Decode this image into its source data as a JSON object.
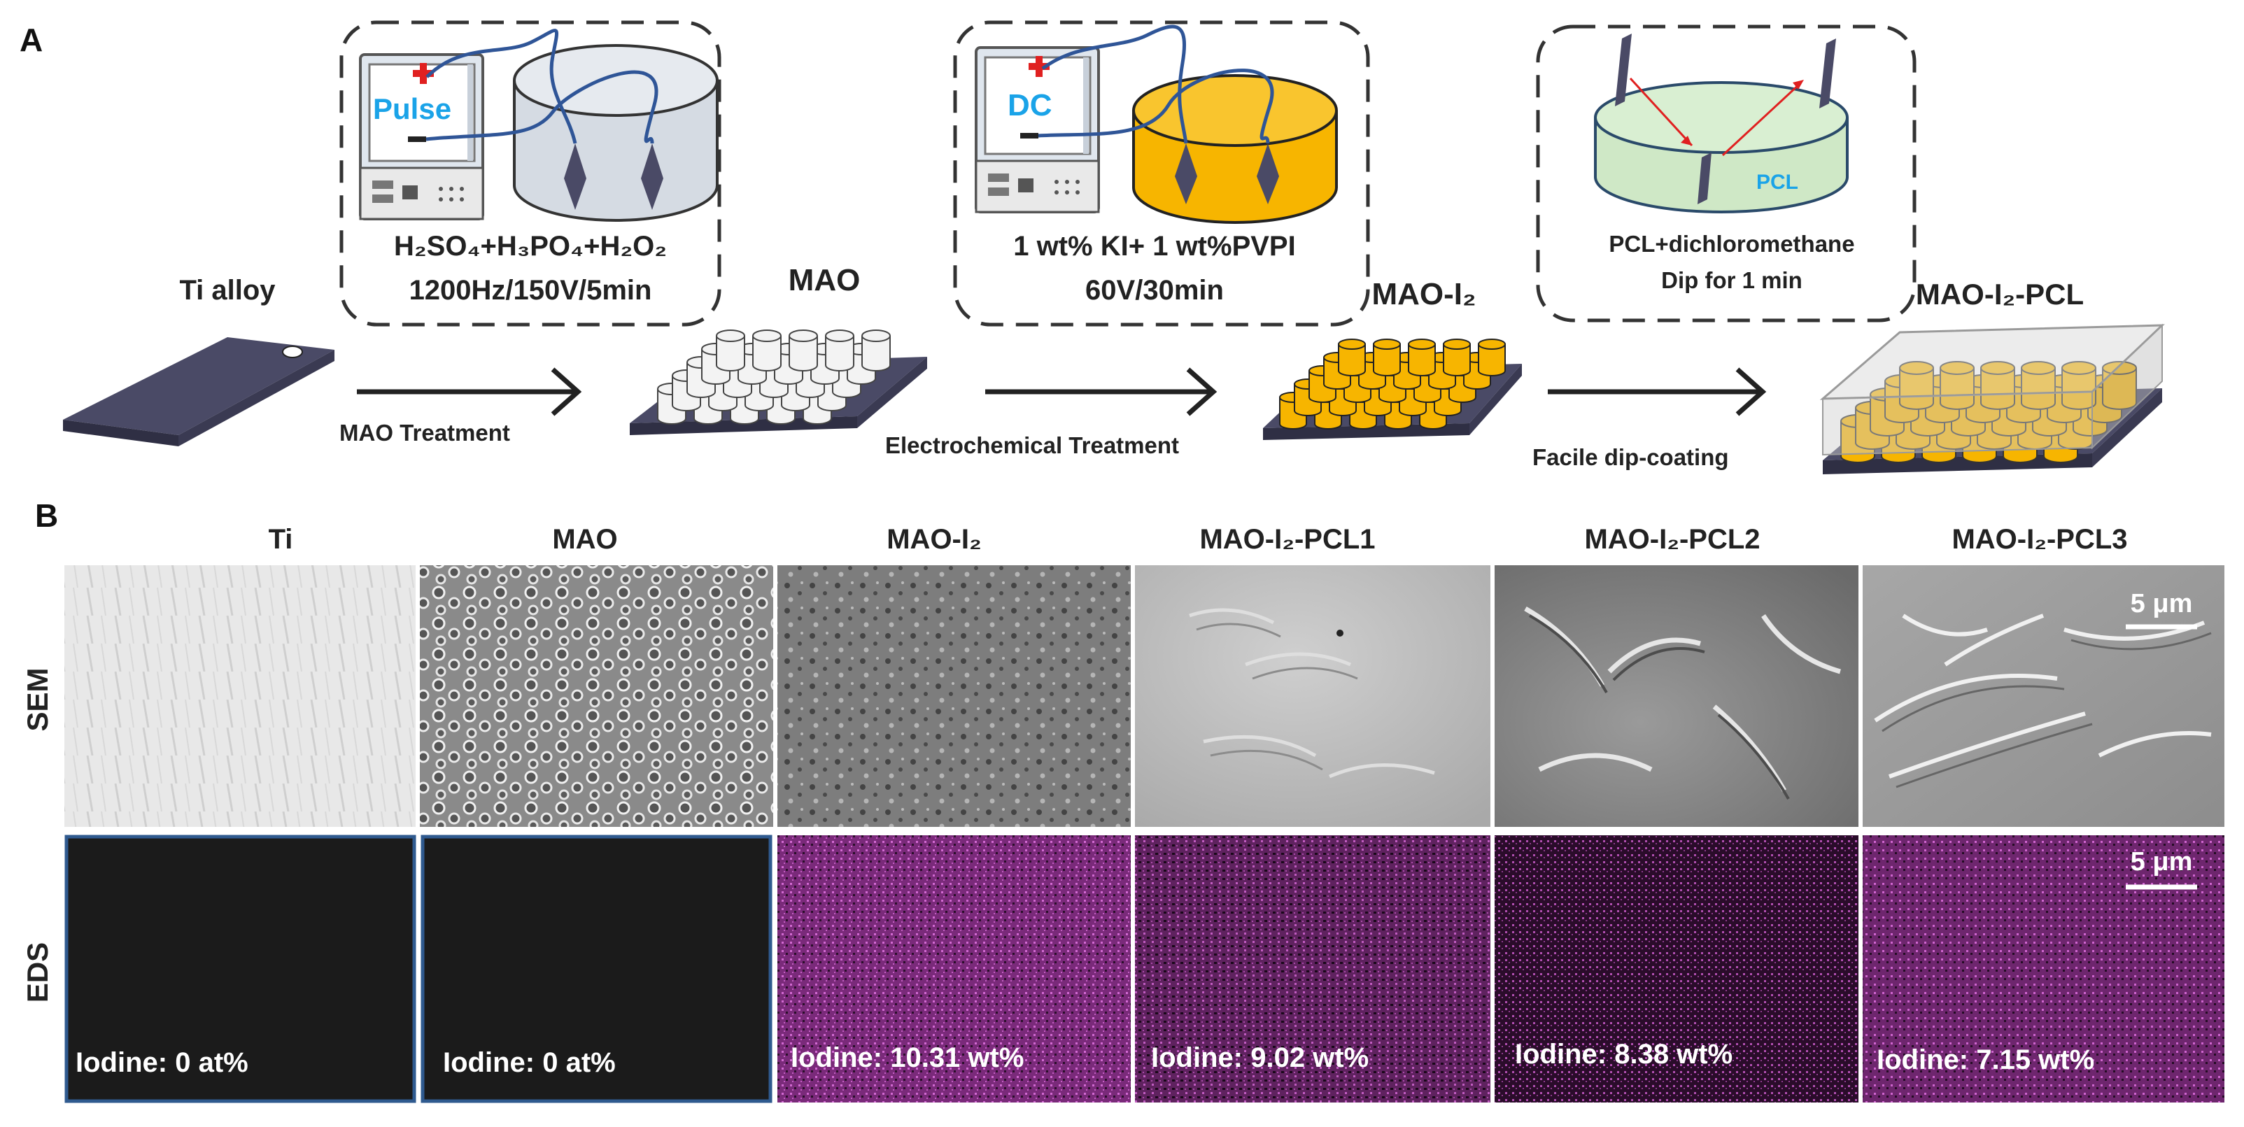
{
  "panel_a": {
    "letter": "A",
    "stages": {
      "ti": "Ti alloy",
      "mao": "MAO",
      "mao_i2": "MAO-I₂",
      "mao_i2_pcl": "MAO-I₂-PCL"
    },
    "steps": [
      {
        "device_label": "Pulse",
        "conditions_line1": "H₂SO₄+H₃PO₄+H₂O₂",
        "conditions_line2": "1200Hz/150V/5min",
        "arrow_label": "MAO Treatment"
      },
      {
        "device_label": "DC",
        "conditions_line1": "1 wt% KI+ 1 wt%PVPI",
        "conditions_line2": "60V/30min",
        "arrow_label": "Electrochemical Treatment"
      },
      {
        "bath_label": "PCL",
        "conditions_line1": "PCL+dichloromethane",
        "conditions_line2": "Dip for 1 min",
        "arrow_label": "Facile dip-coating"
      }
    ],
    "colors": {
      "substrate": "#4a4a66",
      "pillar_white": "#f3f3f3",
      "pillar_gold": "#f7b500",
      "bath_grey": "#d5dbe3",
      "bath_gold": "#f7b500",
      "bath_green": "#cfe8c6",
      "wire": "#2f5597",
      "device_label": "#1aa3e8",
      "arrow_red": "#e02020"
    }
  },
  "panel_b": {
    "letter": "B",
    "row_labels": [
      "SEM",
      "EDS"
    ],
    "columns": [
      {
        "title": "Ti",
        "eds": "Iodine: 0 at%"
      },
      {
        "title": "MAO",
        "eds": "Iodine: 0 at%"
      },
      {
        "title": "MAO-I₂",
        "eds": "Iodine: 10.31 wt%"
      },
      {
        "title": "MAO-I₂-PCL1",
        "eds": "Iodine: 9.02 wt%"
      },
      {
        "title": "MAO-I₂-PCL2",
        "eds": "Iodine: 8.38 wt%"
      },
      {
        "title": "MAO-I₂-PCL3",
        "eds": "Iodine: 7.15 wt%"
      }
    ],
    "scale_bar": "5 μm",
    "colors": {
      "eds_dark": "#1b1b1b",
      "eds_magenta": "#8e2a8e",
      "eds_border": "#2f5a8f"
    }
  }
}
